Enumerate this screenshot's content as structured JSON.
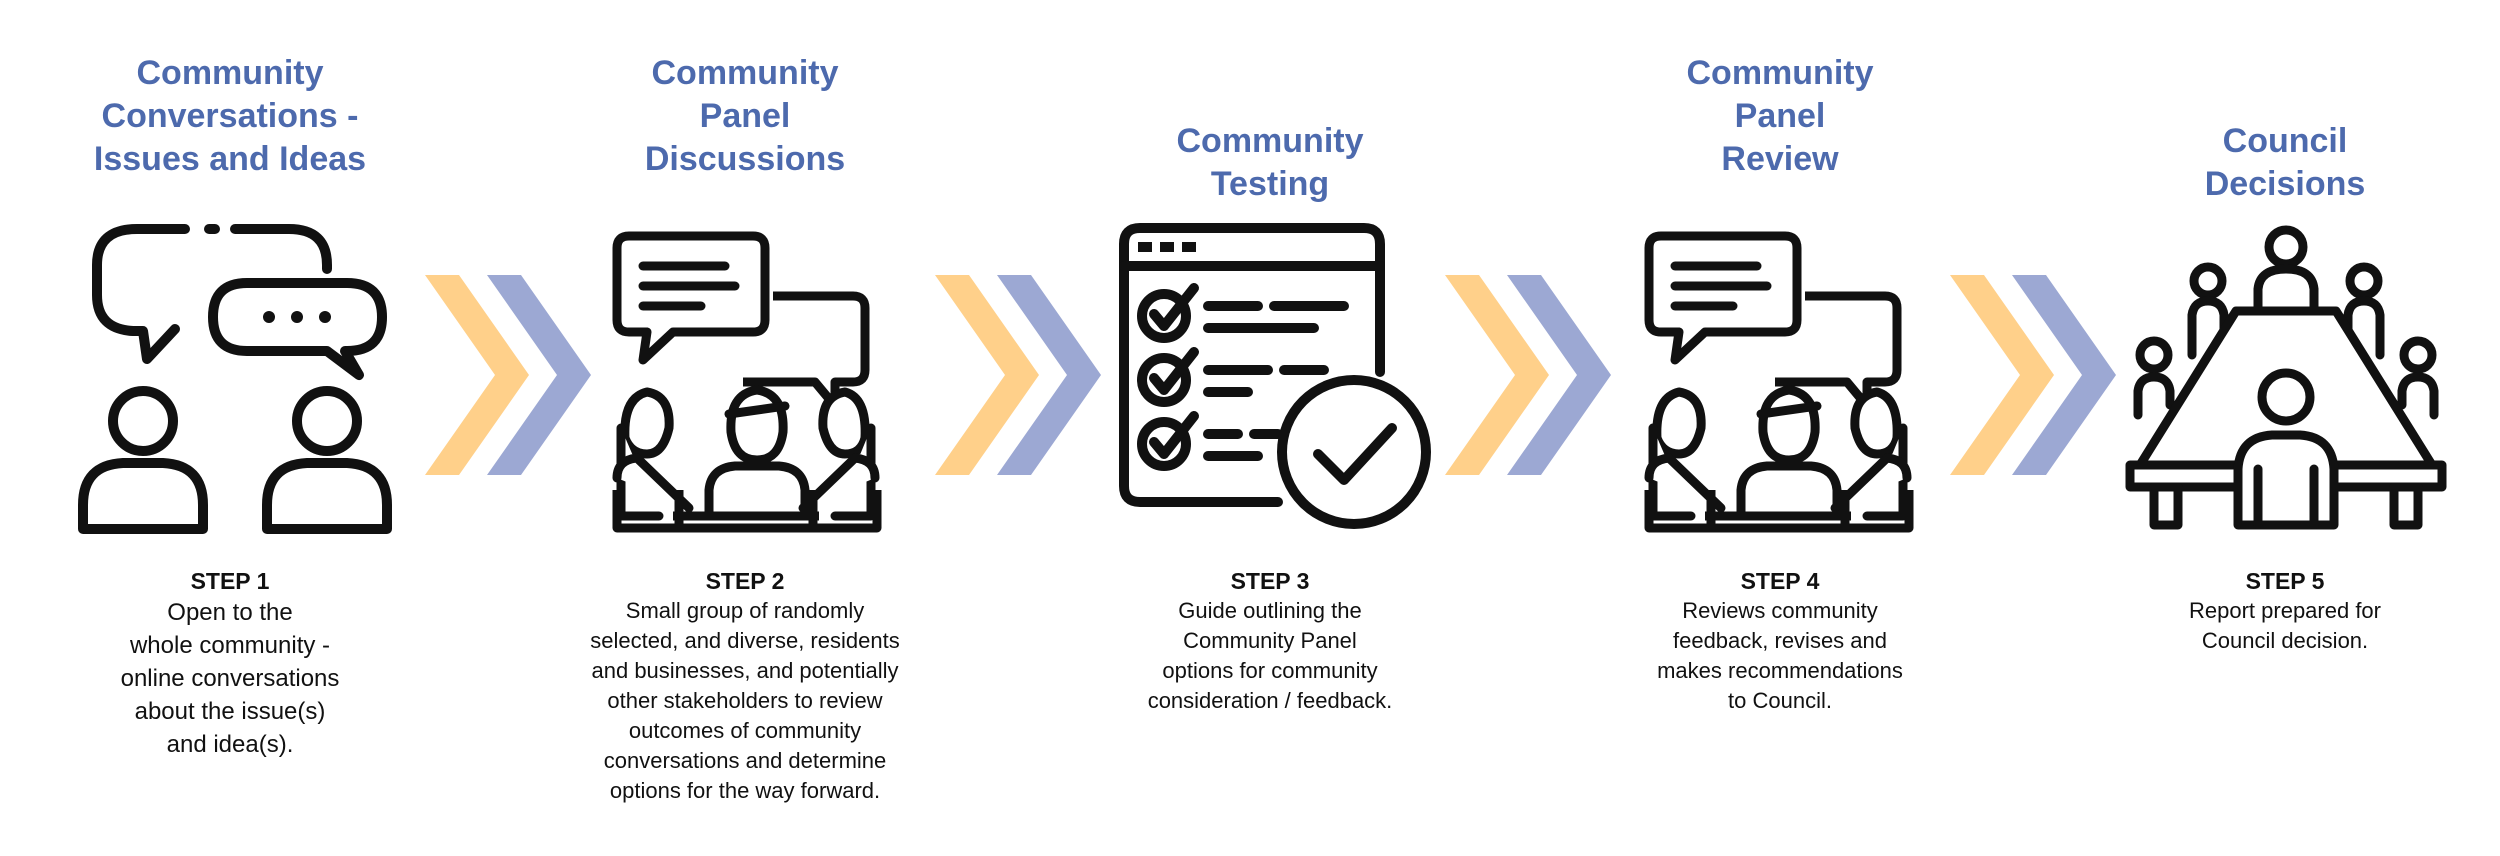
{
  "colors": {
    "title": "#4d6aad",
    "chevron_light": "#ffd08a",
    "chevron_dark": "#9ca8d3",
    "icon": "#111111"
  },
  "steps": [
    {
      "title_lines": [
        "Community",
        "Conversations -",
        "Issues and Ideas"
      ],
      "icon": "conversation-people-icon",
      "step_label": "STEP 1",
      "desc_lines": [
        "Open to the",
        "whole community -",
        "online conversations",
        "about the issue(s)",
        "and idea(s)."
      ]
    },
    {
      "title_lines": [
        "Community",
        "Panel",
        "Discussions"
      ],
      "icon": "panel-discussion-icon",
      "step_label": "STEP 2",
      "desc_lines": [
        "Small group of randomly",
        "selected, and diverse, residents",
        "and businesses, and potentially",
        "other stakeholders to review",
        "outcomes of community",
        "conversations and determine",
        "options for the way forward."
      ]
    },
    {
      "title_lines": [
        "Community",
        "Testing"
      ],
      "icon": "checklist-test-icon",
      "step_label": "STEP 3",
      "desc_lines": [
        "Guide outlining the",
        "Community Panel",
        "options for community",
        "consideration / feedback."
      ]
    },
    {
      "title_lines": [
        "Community",
        "Panel",
        "Review"
      ],
      "icon": "panel-review-icon",
      "step_label": "STEP 4",
      "desc_lines": [
        "Reviews community",
        "feedback, revises and",
        "makes recommendations",
        "to Council."
      ]
    },
    {
      "title_lines": [
        "Council",
        "Decisions"
      ],
      "icon": "council-table-icon",
      "step_label": "STEP 5",
      "desc_lines": [
        "Report prepared for",
        "Council decision."
      ]
    }
  ]
}
